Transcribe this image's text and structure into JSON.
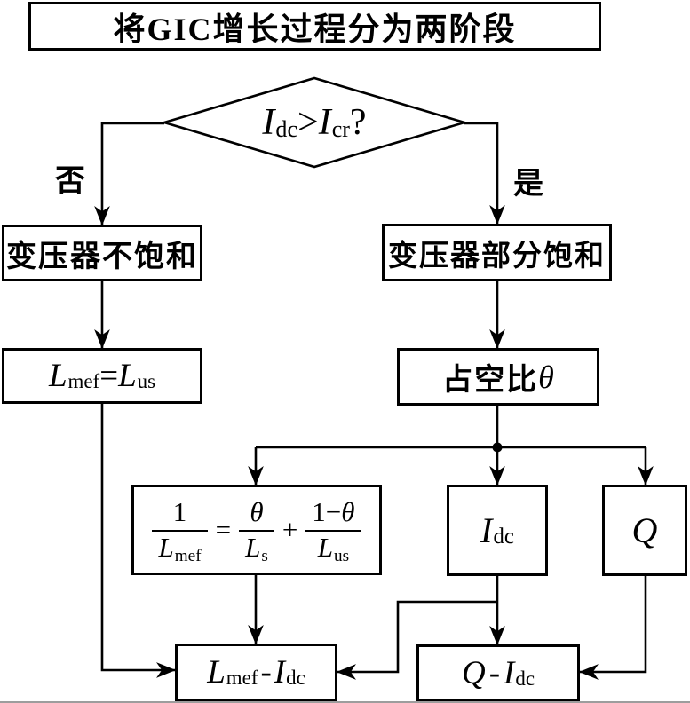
{
  "colors": {
    "line": "#000000",
    "background": "#ffffff",
    "scan_edge": "#9d9d9d"
  },
  "title": {
    "text": "将GIC增长过程分为两阶段"
  },
  "decision": {
    "lhs_base": "I",
    "lhs_sub": "dc",
    "operator": ">",
    "rhs_base": "I",
    "rhs_sub": "cr",
    "question": "?"
  },
  "branches": {
    "no": "否",
    "yes": "是"
  },
  "boxes": {
    "unsaturated": "变压器不饱和",
    "partially_saturated": "变压器部分饱和",
    "lmef_assign": {
      "lhs_base": "L",
      "lhs_sub": "mef",
      "equals": "=",
      "rhs_base": "L",
      "rhs_sub": "us"
    },
    "duty_cycle": {
      "prefix": "占空比",
      "theta": "θ"
    },
    "formula": {
      "f1_num": "1",
      "f1_den": {
        "base": "L",
        "sub": "mef"
      },
      "equals": "=",
      "f2_num_theta": "θ",
      "f2_den": {
        "base": "L",
        "sub": "s"
      },
      "plus": "+",
      "f3_num_prefix": "1−",
      "f3_num_theta": "θ",
      "f3_den": {
        "base": "L",
        "sub": "us"
      }
    },
    "idc": {
      "base": "I",
      "sub": "dc"
    },
    "q": {
      "base": "Q"
    },
    "lmef_idc": {
      "left_base": "L",
      "left_sub": "mef",
      "dash": "-",
      "right_base": "I",
      "right_sub": "dc"
    },
    "q_idc": {
      "left_base": "Q",
      "dash": "-",
      "right_base": "I",
      "right_sub": "dc"
    }
  }
}
